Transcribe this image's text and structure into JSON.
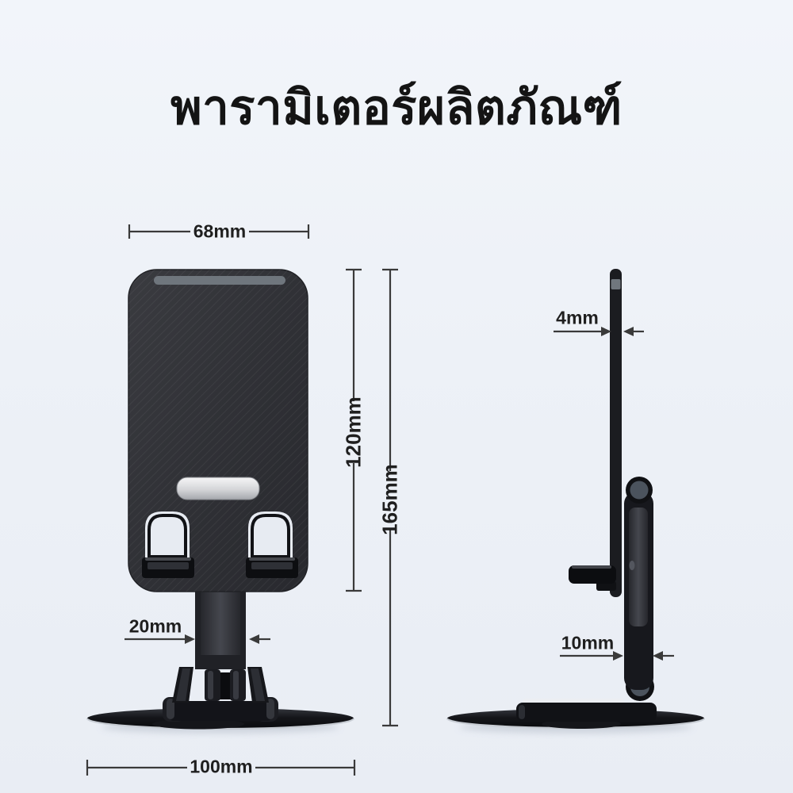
{
  "title": "พารามิเตอร์ผลิตภัณฑ์",
  "product": {
    "type": "foldable-rotating-phone-stand",
    "views": [
      "front",
      "side"
    ]
  },
  "dimensions": {
    "top_width": "68mm",
    "plate_height": "120mm",
    "total_height": "165mm",
    "front_column_width": "20mm",
    "base_diameter": "100mm",
    "plate_thickness": "4mm",
    "side_column_width": "10mm"
  },
  "colors": {
    "background_top": "#f2f5fa",
    "background_bottom": "#e9edf4",
    "title_text": "#141414",
    "dimension_text": "#1f1f1f",
    "dimension_line": "#3a3a3a",
    "product_body_dark": "#2e2f34",
    "product_body_black": "#0d0e11",
    "pad_strip_gray": "#6f767d",
    "silver_plate": "#d9dadc",
    "hinge_gray": "#4b535d",
    "base_rim_light": "#c7ccd3"
  }
}
